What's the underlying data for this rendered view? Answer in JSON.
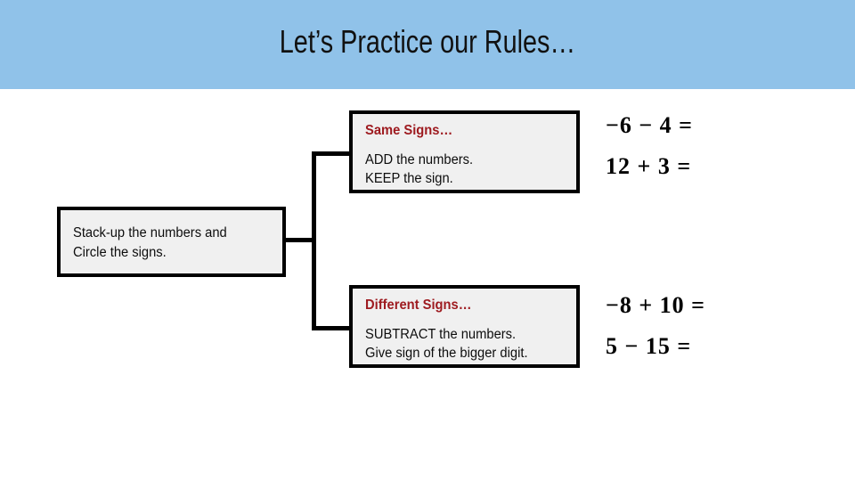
{
  "slide": {
    "title": "Let’s Practice our Rules…",
    "banner_color": "#90C2E9",
    "box_fill_color": "#F0F0F0",
    "box_border_color": "#000000",
    "heading_color": "#9E1B20",
    "body_text_color": "#0D0D0D"
  },
  "flowchart": {
    "parent_box": {
      "text": "Stack-up the numbers and\nCircle the signs."
    },
    "children": [
      {
        "heading": "Same Signs…",
        "body": "ADD the numbers.\nKEEP the sign."
      },
      {
        "heading": "Different Signs…",
        "body": "SUBTRACT the numbers.\nGive sign of the bigger digit."
      }
    ]
  },
  "practice": {
    "same_signs_equations": [
      "−6 − 4 =",
      "12 + 3 ="
    ],
    "different_signs_equations": [
      "−8 + 10 =",
      "5 − 15 ="
    ]
  }
}
